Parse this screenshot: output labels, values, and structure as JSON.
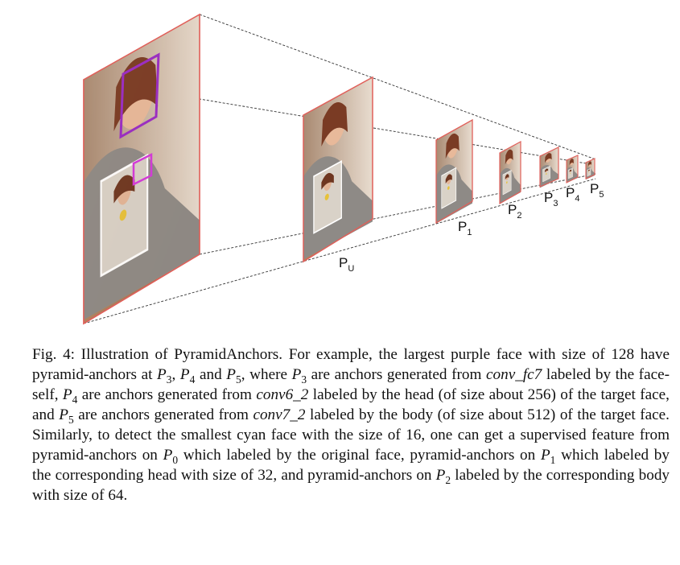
{
  "figure": {
    "levels": [
      {
        "base": "P",
        "sub": "U"
      },
      {
        "base": "P",
        "sub": "1"
      },
      {
        "base": "P",
        "sub": "2"
      },
      {
        "base": "P",
        "sub": "3"
      },
      {
        "base": "P",
        "sub": "4"
      },
      {
        "base": "P",
        "sub": "5"
      }
    ]
  },
  "caption": {
    "label": "Fig. 4:",
    "parts": [
      " Illustration of PyramidAnchors. For example, the largest purple face with size of 128 have pyramid-anchors at ",
      "P",
      "3",
      ", ",
      "P",
      "4",
      " and ",
      "P",
      "5",
      ", where ",
      "P",
      "3",
      " are anchors generated from ",
      "conv_fc7",
      " labeled by the face-self, ",
      "P",
      "4",
      " are anchors generated from ",
      "conv6_2",
      " labeled by the head (of size about 256) of the target face, and ",
      "P",
      "5",
      " are anchors generated from ",
      "conv7_2",
      " labeled by the body (of size about 512) of the target face. Similarly, to detect the smallest cyan face with the size of 16, one can get a supervised feature from pyramid-anchors on ",
      "P",
      "0",
      " which labeled by the original face, pyramid-anchors on ",
      "P",
      "1",
      " which labeled by the corresponding head with size of 32, and pyramid-anchors on ",
      "P",
      "2",
      " labeled by the corresponding body with size of 64."
    ]
  },
  "colors": {
    "frame": "#e0605a",
    "purple_box": "#9b2fc0",
    "magenta_box": "#d23bd6",
    "dash": "#333333"
  }
}
